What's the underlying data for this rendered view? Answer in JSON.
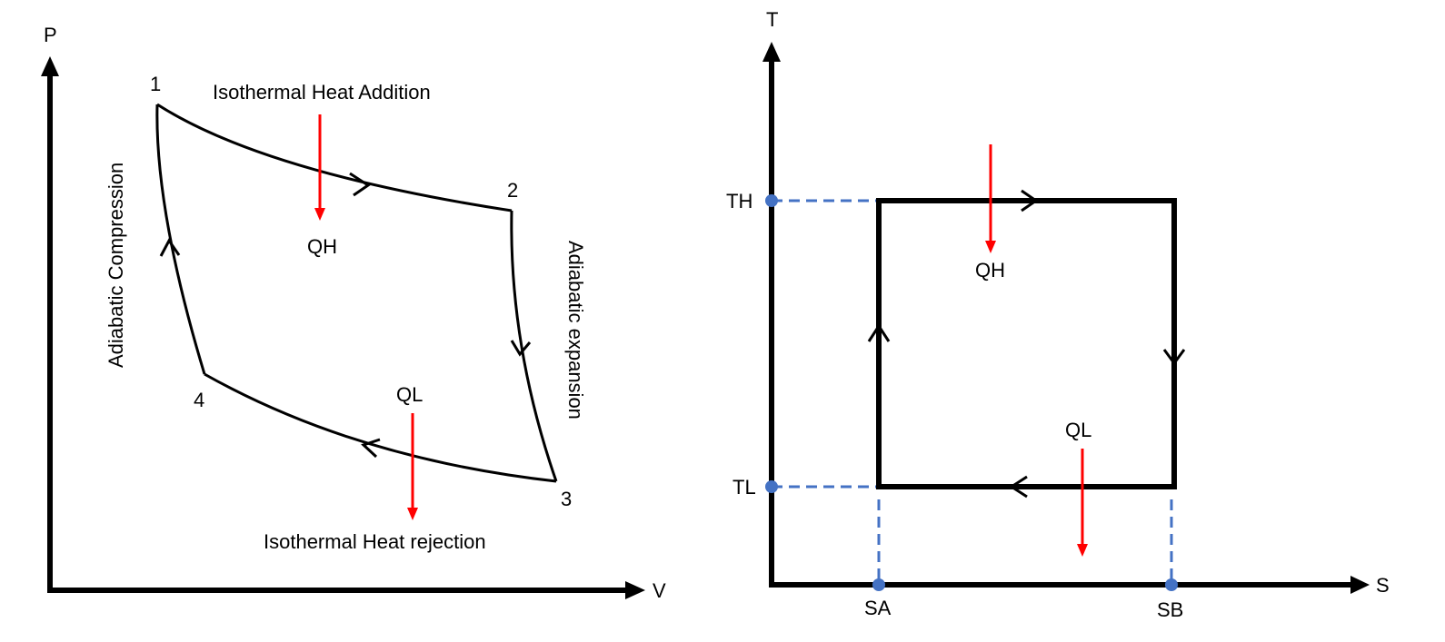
{
  "colors": {
    "line": "#000000",
    "heat_arrow": "#ff0000",
    "guide": "#4472c4"
  },
  "pv": {
    "axis_p": "P",
    "axis_v": "V",
    "points": [
      "1",
      "2",
      "3",
      "4"
    ],
    "labels": {
      "heat_addition": "Isothermal Heat Addition",
      "heat_rejection": "Isothermal Heat rejection",
      "compression": "Adiabatic Compression",
      "expansion": "Adiabatic expansion",
      "qh": "QH",
      "ql": "QL"
    }
  },
  "ts": {
    "axis_t": "T",
    "axis_s": "S",
    "th": "TH",
    "tl": "TL",
    "sa": "SA",
    "sb": "SB",
    "qh": "QH",
    "ql": "QL"
  }
}
